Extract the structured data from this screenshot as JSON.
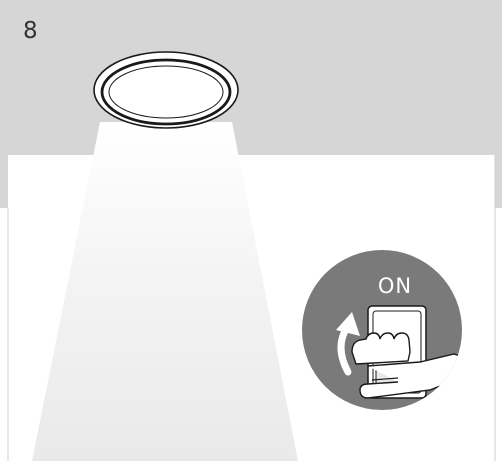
{
  "step": {
    "number": "8"
  },
  "switch": {
    "state_label": "ON"
  },
  "colors": {
    "ceiling": "#d6d6d6",
    "wall": "#ffffff",
    "switch_badge": "#7a7a7a",
    "outline": "#1a1a1a",
    "light_beam": "#f2f2f2"
  },
  "icons": [
    "ceiling-lamp-icon",
    "light-beam",
    "wall-switch-icon",
    "hand-icon",
    "up-arrow-icon"
  ]
}
